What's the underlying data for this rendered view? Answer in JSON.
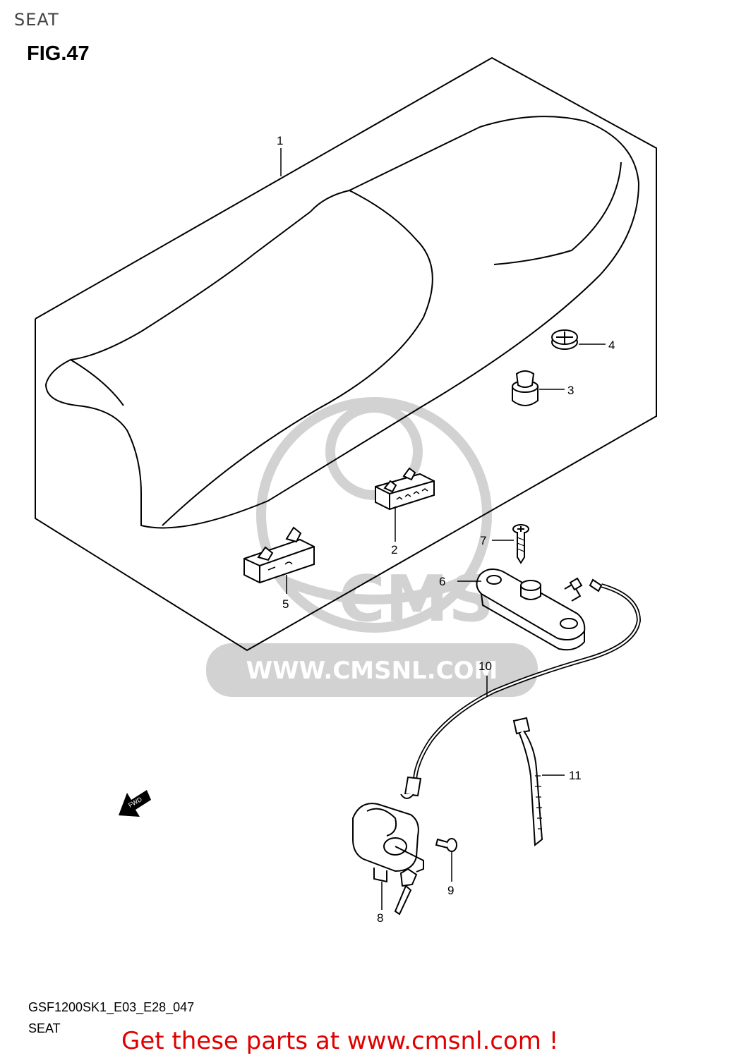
{
  "header": {
    "section": "SEAT",
    "figure": "FIG.47"
  },
  "callouts": [
    "1",
    "2",
    "3",
    "4",
    "5",
    "6",
    "7",
    "8",
    "9",
    "10",
    "11"
  ],
  "fwd_label": "FWD",
  "watermark": {
    "brand": "CMS",
    "url": "WWW.CMSNL.COM"
  },
  "footer": {
    "model_code": "GSF1200SK1_E03_E28_047",
    "caption": "SEAT",
    "promo": "Get these parts at www.cmsnl.com !"
  },
  "colors": {
    "line": "#000000",
    "watermark": "#d2d2d2",
    "promo": "#e00000"
  }
}
